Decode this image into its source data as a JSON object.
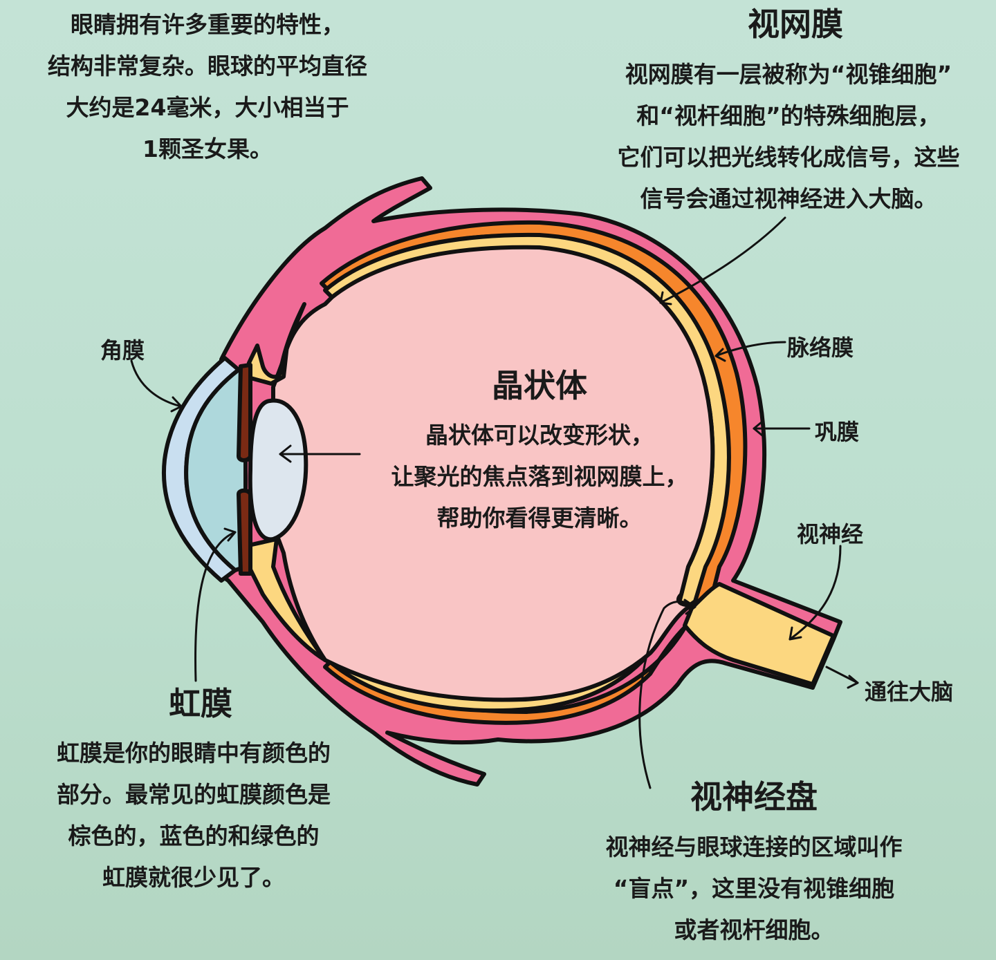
{
  "colors": {
    "background": "#bfe0d0",
    "sclera": "#f06b96",
    "choroid": "#f6862c",
    "retina": "#fcd780",
    "vitreous": "#f9c5c5",
    "cornea": "#c9dff0",
    "aqueous": "#aed8dc",
    "lens": "#dde6ee",
    "iris_dark": "#7a2a14",
    "outline": "#111111"
  },
  "intro": {
    "lines": [
      "眼睛拥有许多重要的特性，",
      "结构非常复杂。眼球的平均直径",
      "大约是24毫米，大小相当于",
      "1颗圣女果。"
    ]
  },
  "retina": {
    "title": "视网膜",
    "lines": [
      "视网膜有一层被称为“视锥细胞”",
      "和“视杆细胞”的特殊细胞层，",
      "它们可以把光线转化成信号，这些",
      "信号会通过视神经进入大脑。"
    ]
  },
  "lens": {
    "title": "晶状体",
    "lines": [
      "晶状体可以改变形状，",
      "让聚光的焦点落到视网膜上，",
      "帮助你看得更清晰。"
    ]
  },
  "iris": {
    "title": "虹膜",
    "lines": [
      "虹膜是你的眼睛中有颜色的",
      "部分。最常见的虹膜颜色是",
      "棕色的，蓝色的和绿色的",
      "虹膜就很少见了。"
    ]
  },
  "optic_disc": {
    "title": "视神经盘",
    "lines": [
      "视神经与眼球连接的区域叫作",
      "“盲点”，这里没有视锥细胞",
      "或者视杆细胞。"
    ]
  },
  "labels": {
    "cornea": "角膜",
    "choroid": "脉络膜",
    "sclera": "巩膜",
    "optic_nerve": "视神经",
    "to_brain": "通往大脑"
  }
}
